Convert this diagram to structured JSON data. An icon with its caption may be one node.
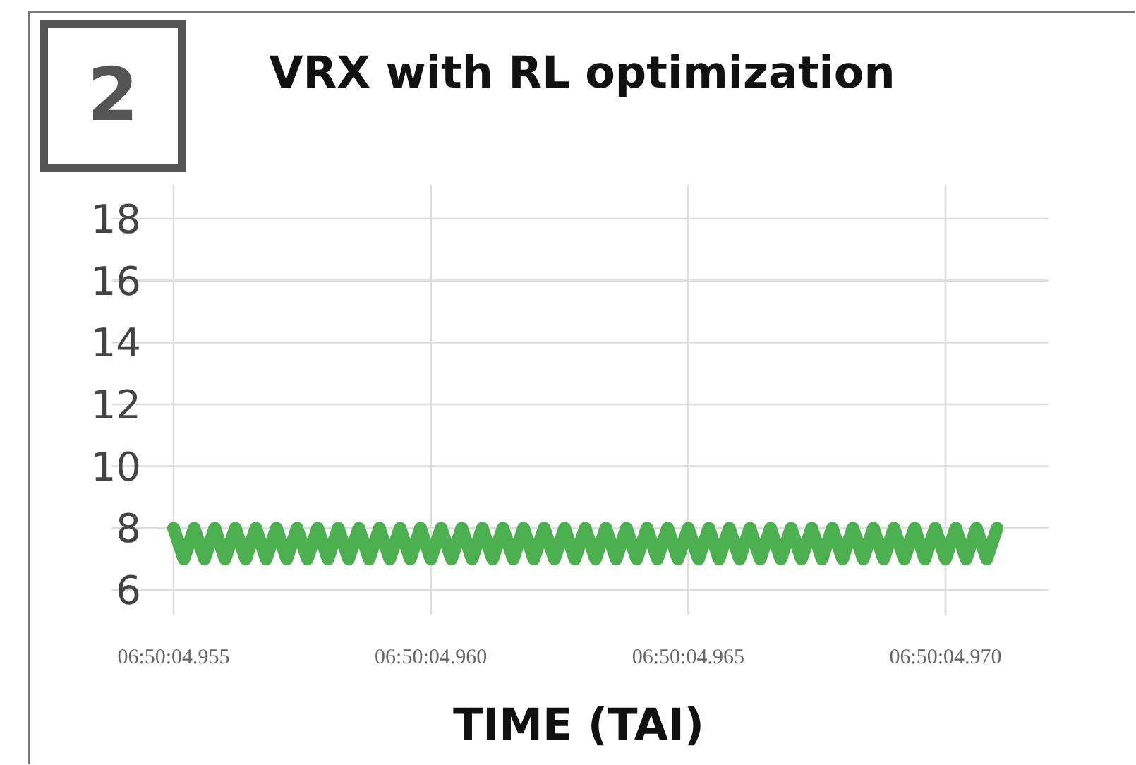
{
  "diagram": {
    "title": "VRX with RL optimization",
    "labels": [
      "2"
    ],
    "chart_data": {
      "type": "line",
      "xlabel": "TIME (TAI)",
      "categories": [
        "06:50:04.955",
        null,
        null,
        null,
        null,
        null,
        null,
        null,
        null,
        null,
        null,
        null,
        null,
        null,
        null,
        null,
        null,
        null,
        null,
        null,
        null,
        null,
        null,
        null,
        null,
        "06:50:04.960",
        null,
        null,
        null,
        null,
        null,
        null,
        null,
        null,
        null,
        null,
        null,
        null,
        null,
        null,
        null,
        null,
        null,
        null,
        null,
        null,
        null,
        null,
        null,
        null,
        "06:50:04.965",
        null,
        null,
        null,
        null,
        null,
        null,
        null,
        null,
        null,
        null,
        null,
        null,
        null,
        null,
        null,
        null,
        null,
        null,
        null,
        null,
        null,
        null,
        null,
        null,
        "06:50:04.970",
        null,
        null,
        null,
        null,
        null
      ],
      "series": [
        {
          "color": "#4caf50",
          "values": [
            8,
            7,
            8,
            7,
            8,
            7,
            8,
            7,
            8,
            7,
            8,
            7,
            8,
            7,
            8,
            7,
            8,
            7,
            8,
            7,
            8,
            7,
            8,
            7,
            8,
            7,
            8,
            7,
            8,
            7,
            8,
            7,
            8,
            7,
            8,
            7,
            8,
            7,
            8,
            7,
            8,
            7,
            8,
            7,
            8,
            7,
            8,
            7,
            8,
            7,
            8,
            7,
            8,
            7,
            8,
            7,
            8,
            7,
            8,
            7,
            8,
            7,
            8,
            7,
            8,
            7,
            8,
            7,
            8,
            7,
            8,
            7,
            8,
            7,
            8,
            7,
            8,
            7,
            8,
            7,
            8
          ]
        }
      ],
      "grid": true,
      "ylim": [
        5.2,
        19.1
      ],
      "yticks": [
        6,
        8,
        10,
        12,
        14,
        16,
        18
      ]
    }
  }
}
